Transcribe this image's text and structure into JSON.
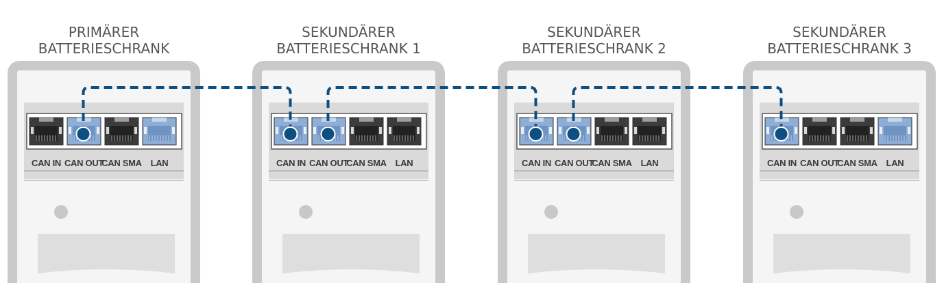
{
  "colors": {
    "cabinet_frame": "#c9c9c9",
    "cabinet_body": "#f5f5f5",
    "panel": "#dadada",
    "port_dark": "#3c3c3c",
    "port_blue": "#8eaed6",
    "cable": "#0d4f80"
  },
  "cabinets": [
    {
      "title_line1": "PRIMÄRER",
      "title_line2": "BATTERIESCHRANK",
      "ports": [
        {
          "label": "CAN IN",
          "color": "dark",
          "connected": false
        },
        {
          "label": "CAN OUT",
          "color": "blue",
          "connected": true
        },
        {
          "label": "CAN SMA",
          "color": "dark",
          "connected": false
        },
        {
          "label": "LAN",
          "color": "blue",
          "connected": false
        }
      ]
    },
    {
      "title_line1": "SEKUNDÄRER",
      "title_line2": "BATTERIESCHRANK 1",
      "ports": [
        {
          "label": "CAN IN",
          "color": "blue",
          "connected": true
        },
        {
          "label": "CAN OUT",
          "color": "blue",
          "connected": true
        },
        {
          "label": "CAN SMA",
          "color": "dark",
          "connected": false
        },
        {
          "label": "LAN",
          "color": "dark",
          "connected": false
        }
      ]
    },
    {
      "title_line1": "SEKUNDÄRER",
      "title_line2": "BATTERIESCHRANK 2",
      "ports": [
        {
          "label": "CAN IN",
          "color": "blue",
          "connected": true
        },
        {
          "label": "CAN OUT",
          "color": "blue",
          "connected": true
        },
        {
          "label": "CAN SMA",
          "color": "dark",
          "connected": false
        },
        {
          "label": "LAN",
          "color": "dark",
          "connected": false
        }
      ]
    },
    {
      "title_line1": "SEKUNDÄRER",
      "title_line2": "BATTERIESCHRANK 3",
      "ports": [
        {
          "label": "CAN IN",
          "color": "blue",
          "connected": true
        },
        {
          "label": "CAN OUT",
          "color": "dark",
          "connected": false
        },
        {
          "label": "CAN SMA",
          "color": "dark",
          "connected": false
        },
        {
          "label": "LAN",
          "color": "blue",
          "connected": false
        }
      ]
    }
  ],
  "connections": [
    {
      "from_cabinet": 0,
      "from_port": 1,
      "to_cabinet": 1,
      "to_port": 0
    },
    {
      "from_cabinet": 1,
      "from_port": 1,
      "to_cabinet": 2,
      "to_port": 0
    },
    {
      "from_cabinet": 2,
      "from_port": 1,
      "to_cabinet": 3,
      "to_port": 0
    }
  ]
}
